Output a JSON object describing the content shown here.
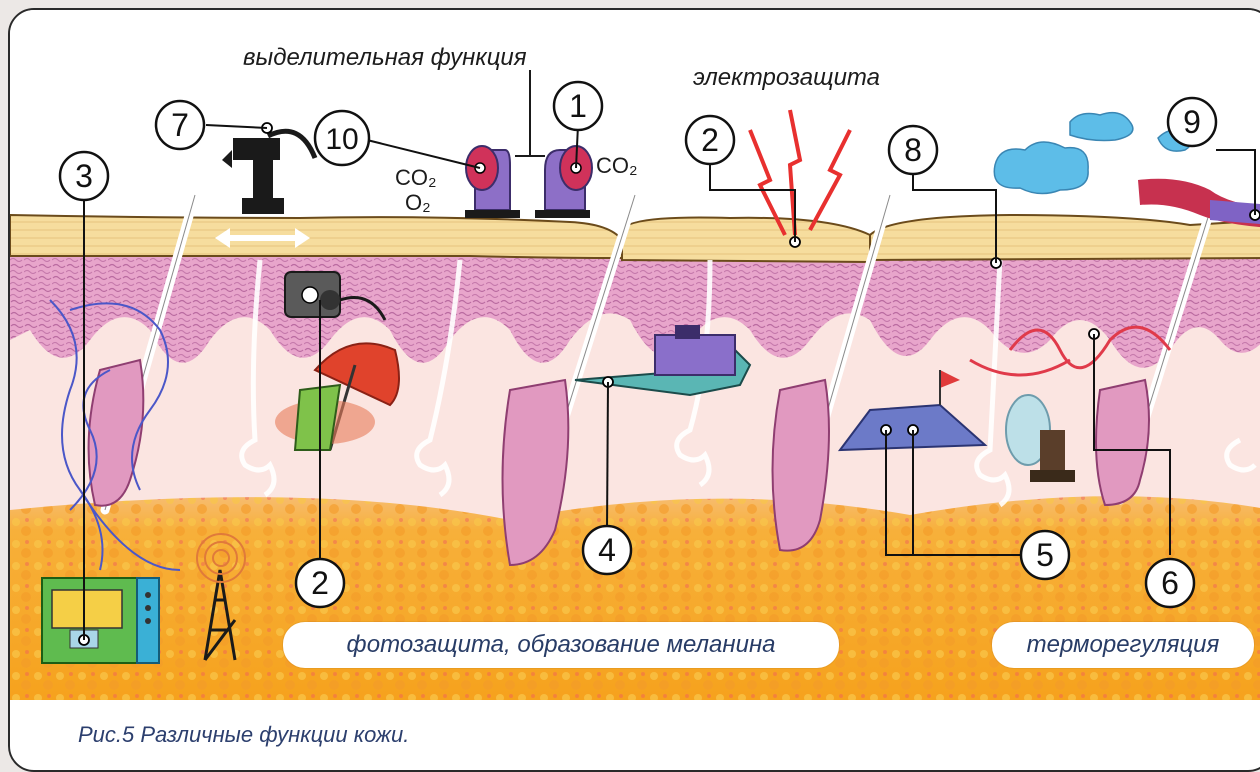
{
  "labels": {
    "excretory": "выделительная функция",
    "electro": "электрозащита",
    "photo": "фотозащита, образование меланина",
    "thermo": "терморегуляция",
    "co2_left": "CO₂",
    "o2_left": "O₂",
    "co2_right": "CO₂"
  },
  "numbers": [
    "1",
    "2",
    "2",
    "3",
    "4",
    "5",
    "6",
    "7",
    "8",
    "9",
    "10"
  ],
  "caption": "Рис.5 Различные функции кожи.",
  "colors": {
    "epidermis": "#f4dc9a",
    "dermis": "#e7a7c8",
    "hypodermis": "#fbe6e2",
    "fat": "#f7b538",
    "pump": "#7d62b4"
  }
}
